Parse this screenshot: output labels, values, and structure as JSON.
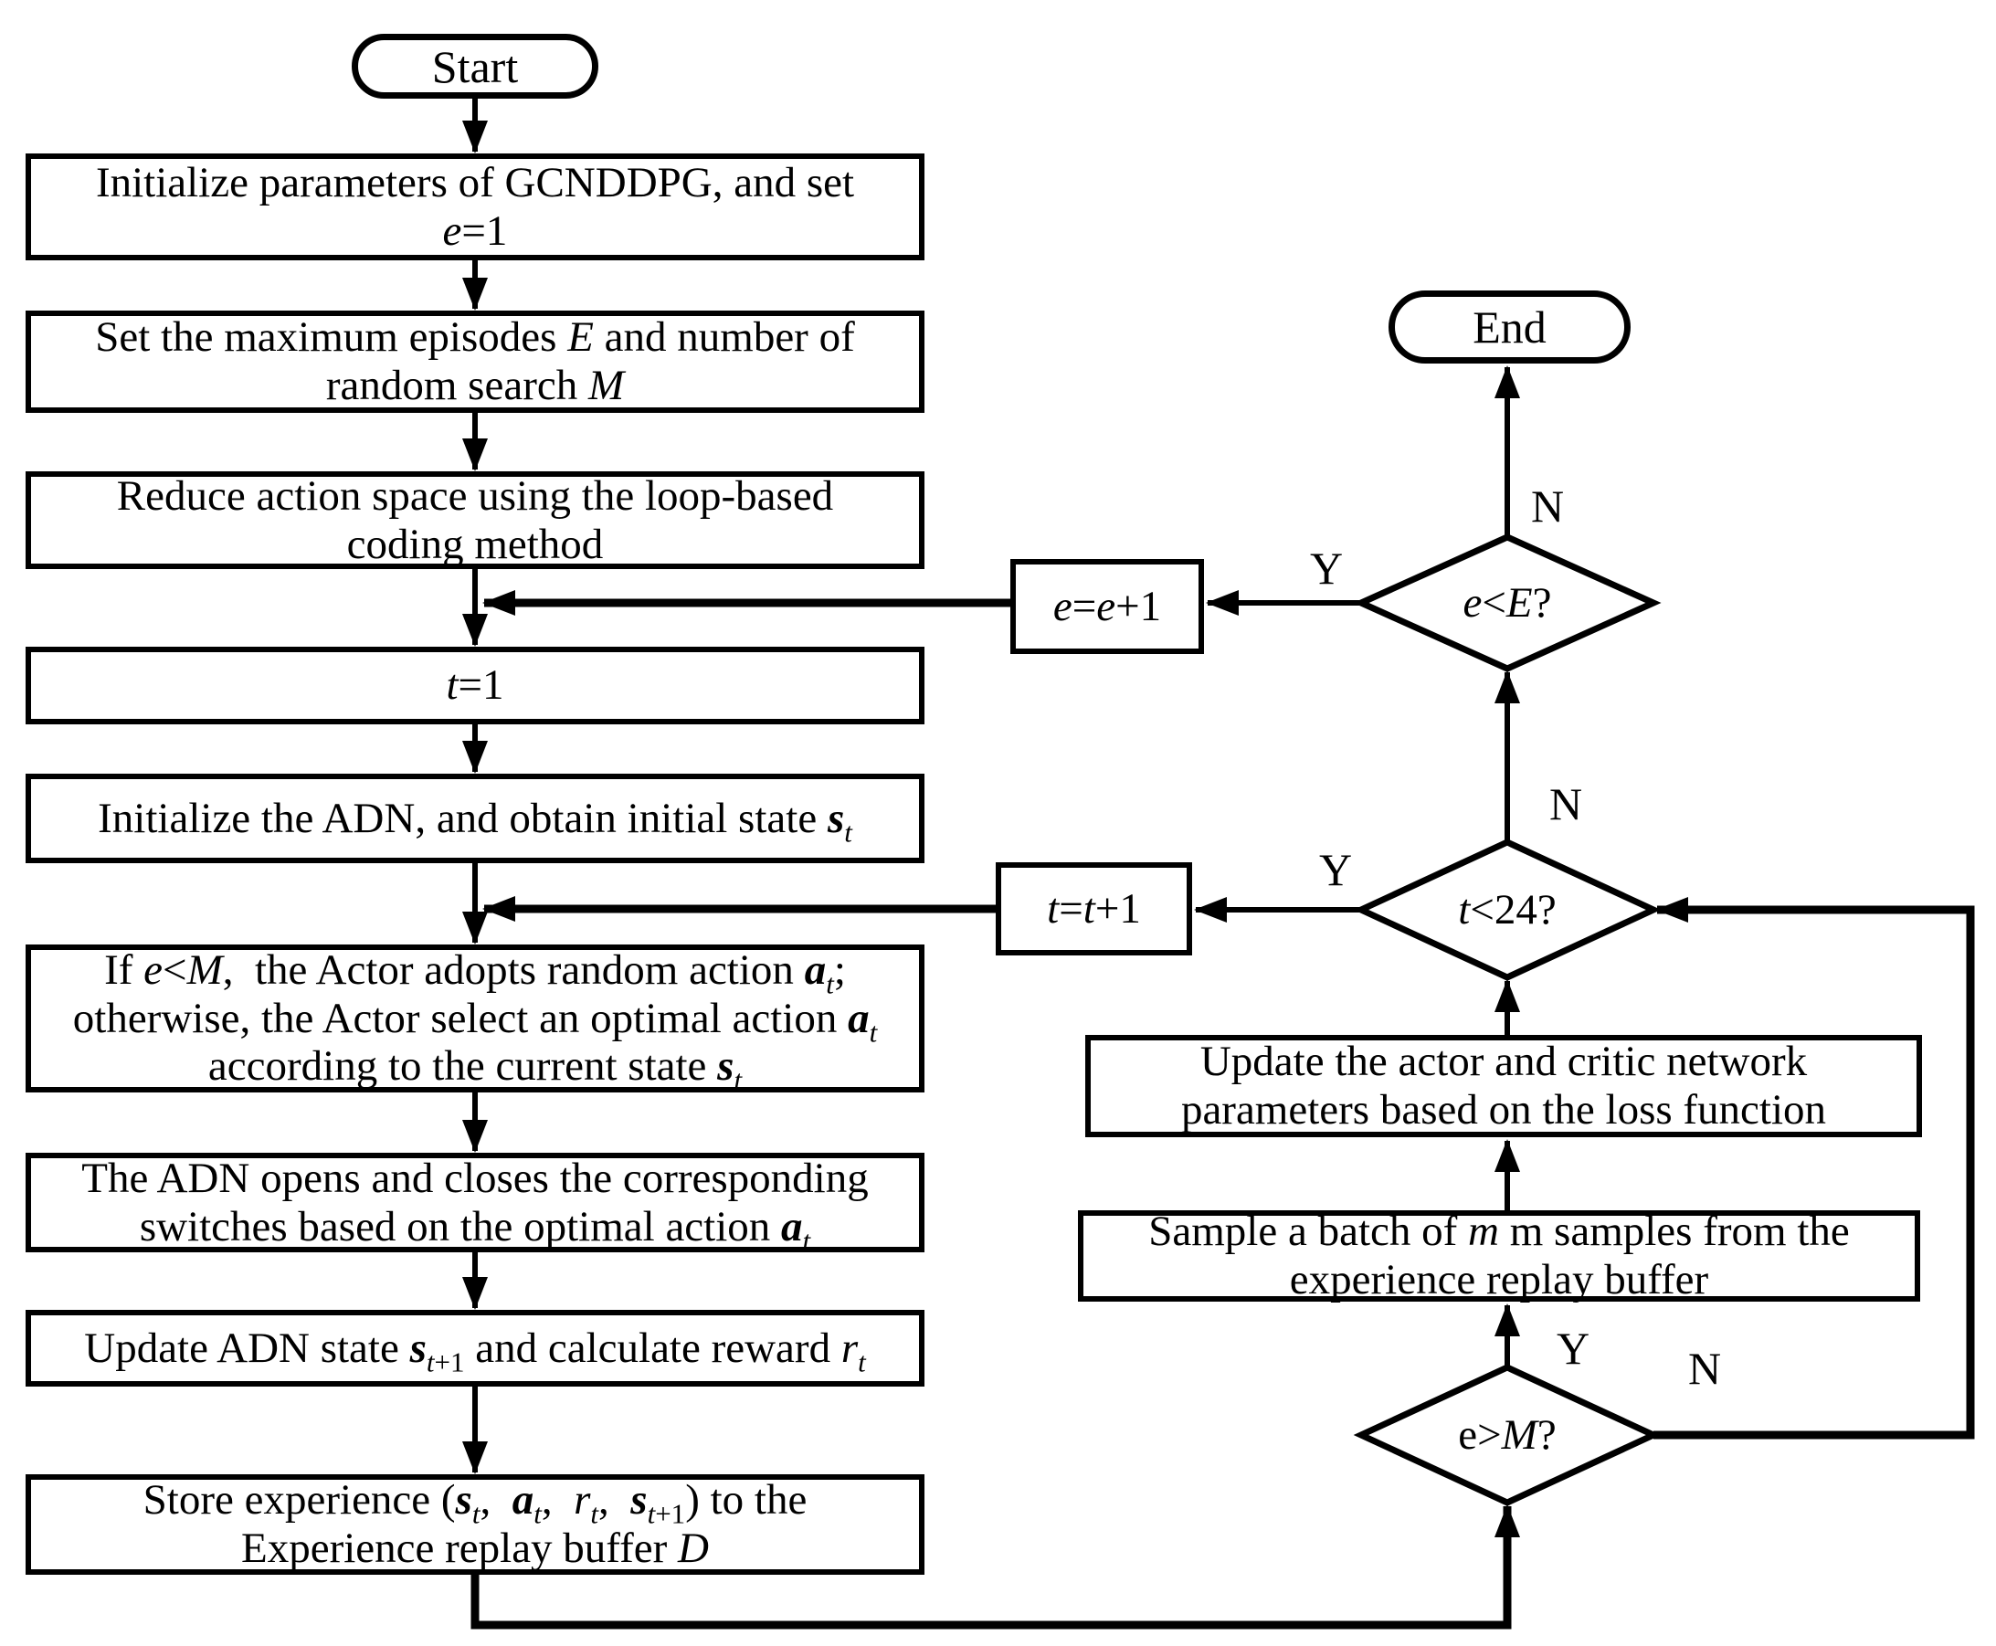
{
  "diagram": {
    "title": "GCNDDPG training flowchart",
    "background": "#ffffff",
    "line_color": "#000000"
  },
  "nodes": {
    "start": "Start",
    "end": "End",
    "init_params": "Initialize parameters of GCNDDPG, and set<br><i>e</i>=1",
    "set_episodes": "Set the maximum episodes <i>E</i> and number of<br>random search <i>M</i>",
    "reduce_action_space": "Reduce action space using the loop-based<br>coding method",
    "t_init": "<i>t</i>=1",
    "init_adn": "Initialize the ADN, and obtain initial state <b><i>s</i></b><sub><i>t</i></sub>",
    "actor_action": "If <i>e</i>&lt;<i>M</i>,&nbsp;&nbsp;the Actor adopts random action <b><i>a</i></b><sub><i>t</i></sub>;<br>otherwise, the Actor select an optimal action <b><i>a</i></b><sub><i>t</i></sub><br>according to the current state <b><i>s</i></b><sub><i>t</i></sub>",
    "adn_switches": "The ADN opens and closes the corresponding<br>switches based on the optimal action <b><i>a</i></b><sub><i>t</i></sub>",
    "update_state": "Update ADN state <b><i>s</i></b><sub><i>t</i>+1</sub> and calculate reward <i>r</i><sub><i>t</i></sub>",
    "store_experience": "Store experience (<b><i>s</i></b><sub><i>t</i></sub>,&nbsp;&nbsp;<b><i>a</i></b><sub><i>t</i></sub>,&nbsp;&nbsp;<i>r</i><sub><i>t</i></sub>,&nbsp;&nbsp;<b><i>s</i></b><sub><i>t</i>+1</sub>) to the<br>Experience replay buffer <i>D</i>",
    "update_networks": "Update the actor and critic network<br>parameters based on the loss function",
    "sample_batch": "Sample a batch of <i>m</i> m samples from the<br>experience replay buffer",
    "increment_e": "<i>e</i>=<i>e</i>+1",
    "increment_t": "<i>t</i>=<i>t</i>+1"
  },
  "decisions": {
    "e_lt_E": "<i>e</i>&lt;<i>E</i>?",
    "t_lt_24": "<i>t</i>&lt;24?",
    "e_gt_M": "e&gt;<i>M</i>?"
  },
  "edge_labels": {
    "e_lt_E_yes": "Y",
    "e_lt_E_no": "N",
    "t_lt_24_yes": "Y",
    "t_lt_24_no": "N",
    "e_gt_M_yes": "Y",
    "e_gt_M_no": "N"
  }
}
